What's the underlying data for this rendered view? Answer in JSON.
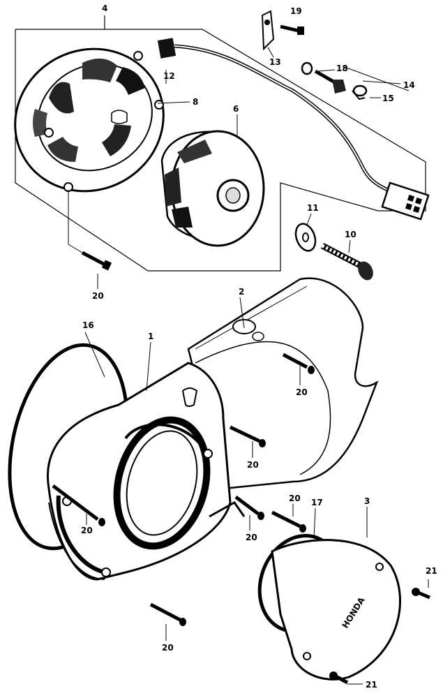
{
  "diagram": {
    "labels": {
      "generator_stator": "4",
      "stator_screw": "8",
      "wire_clamp_a": "12",
      "rotor": "6",
      "grommet": "13",
      "screw_19": "19",
      "terminal_18": "18",
      "terminal_14": "14",
      "terminal_15": "15",
      "washer": "11",
      "rotor_bolt": "10",
      "screw_20_stator": "20",
      "left_crankcase_cover": "1",
      "rear_cover": "2",
      "gasket": "16",
      "screw_20_rear": "20",
      "screw_20_mid": "20",
      "screw_20_left": "20",
      "screw_20_lower_mid": "20",
      "screw_20_right": "20",
      "screw_20_bottom": "20",
      "cover_gasket": "17",
      "generator_cover": "3",
      "screw_21_top": "21",
      "screw_21_bottom": "21"
    },
    "brand_mark": "HONDA"
  }
}
